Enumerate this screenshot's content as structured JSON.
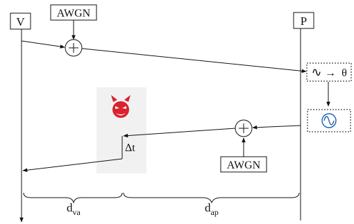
{
  "diagram": {
    "nodes": {
      "verifier": {
        "label": "V"
      },
      "prover": {
        "label": "P"
      },
      "noise_top": {
        "label": "AWGN"
      },
      "noise_bottom": {
        "label": "AWGN"
      },
      "phase_estimator": {
        "label_wave": "∿",
        "label_arrow": "→",
        "label_theta": "θ"
      },
      "oscillator": {
        "icon": "sine-oscillator-icon"
      },
      "adversary": {
        "icon": "devil-face-icon",
        "color": "#d9232e"
      },
      "delay": {
        "label": "Δt"
      }
    },
    "distances": {
      "va_main": "d",
      "va_sub": "va",
      "ap_main": "d",
      "ap_sub": "ap"
    },
    "colors": {
      "line": "#111111",
      "adversary_bg": "#f1f1f1",
      "oscillator_wave": "#1b5fb3",
      "devil": "#d9232e"
    }
  }
}
